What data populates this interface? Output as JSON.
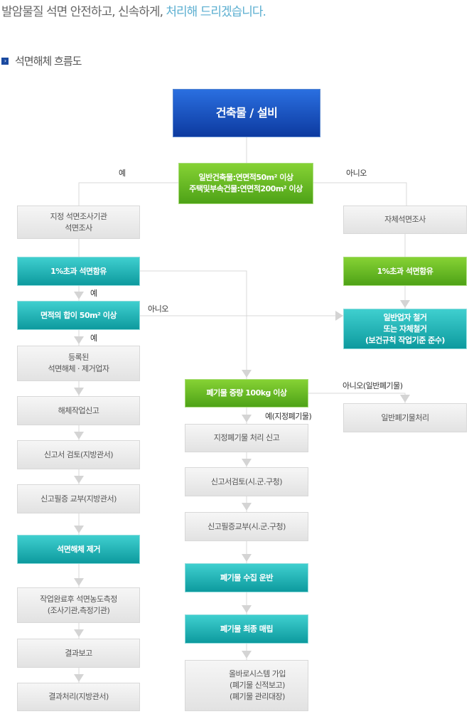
{
  "headline": {
    "text": "발암물질 석면 안전하고, 신속하게, ",
    "accent": "처리해 드리겠습니다."
  },
  "section_title": "석면해체 흐름도",
  "top": "건축물 / 설비",
  "condition": "일반건축물:연면적50m² 이상\n주택및부속건물:연면적200m² 이상",
  "labels": {
    "yes1": "예",
    "no1": "아니오",
    "yes2": "예",
    "no2": "아니오",
    "yes3": "예",
    "no_general": "아니오(일반폐기물)",
    "yes_designated": "예(지정폐기물)"
  },
  "left": [
    "지정 석면조사기관\n석면조사",
    "1%초과 석면함유",
    "면적의 합이 50m² 이상",
    "등록된\n석면해체 · 제거업자",
    "해체작업신고",
    "신고서 검토(지방관서)",
    "신고필증 교부(지방관서)",
    "석면해체  제거",
    "작업완료후 석면농도측정\n(조사기관,측정기관)",
    "결과보고",
    "결과처리(지방관서)"
  ],
  "middle": [
    "폐기물 중량 100kg 이상",
    "지정폐기물 처리 신고",
    "신고서검토(시.군.구청)",
    "신고필증교부(시.군.구청)",
    "폐기물 수집 운반",
    "폐기물 최종 매립",
    "올바로시스템 가입\n(폐기물 신적보고)\n(폐기물 관리대장)"
  ],
  "right": [
    "자체석면조사",
    "1%초과 석면함유",
    "일반업자 철거\n또는 자체철거\n(보건규칙 작업기준 준수)",
    "일반폐기물처리"
  ]
}
